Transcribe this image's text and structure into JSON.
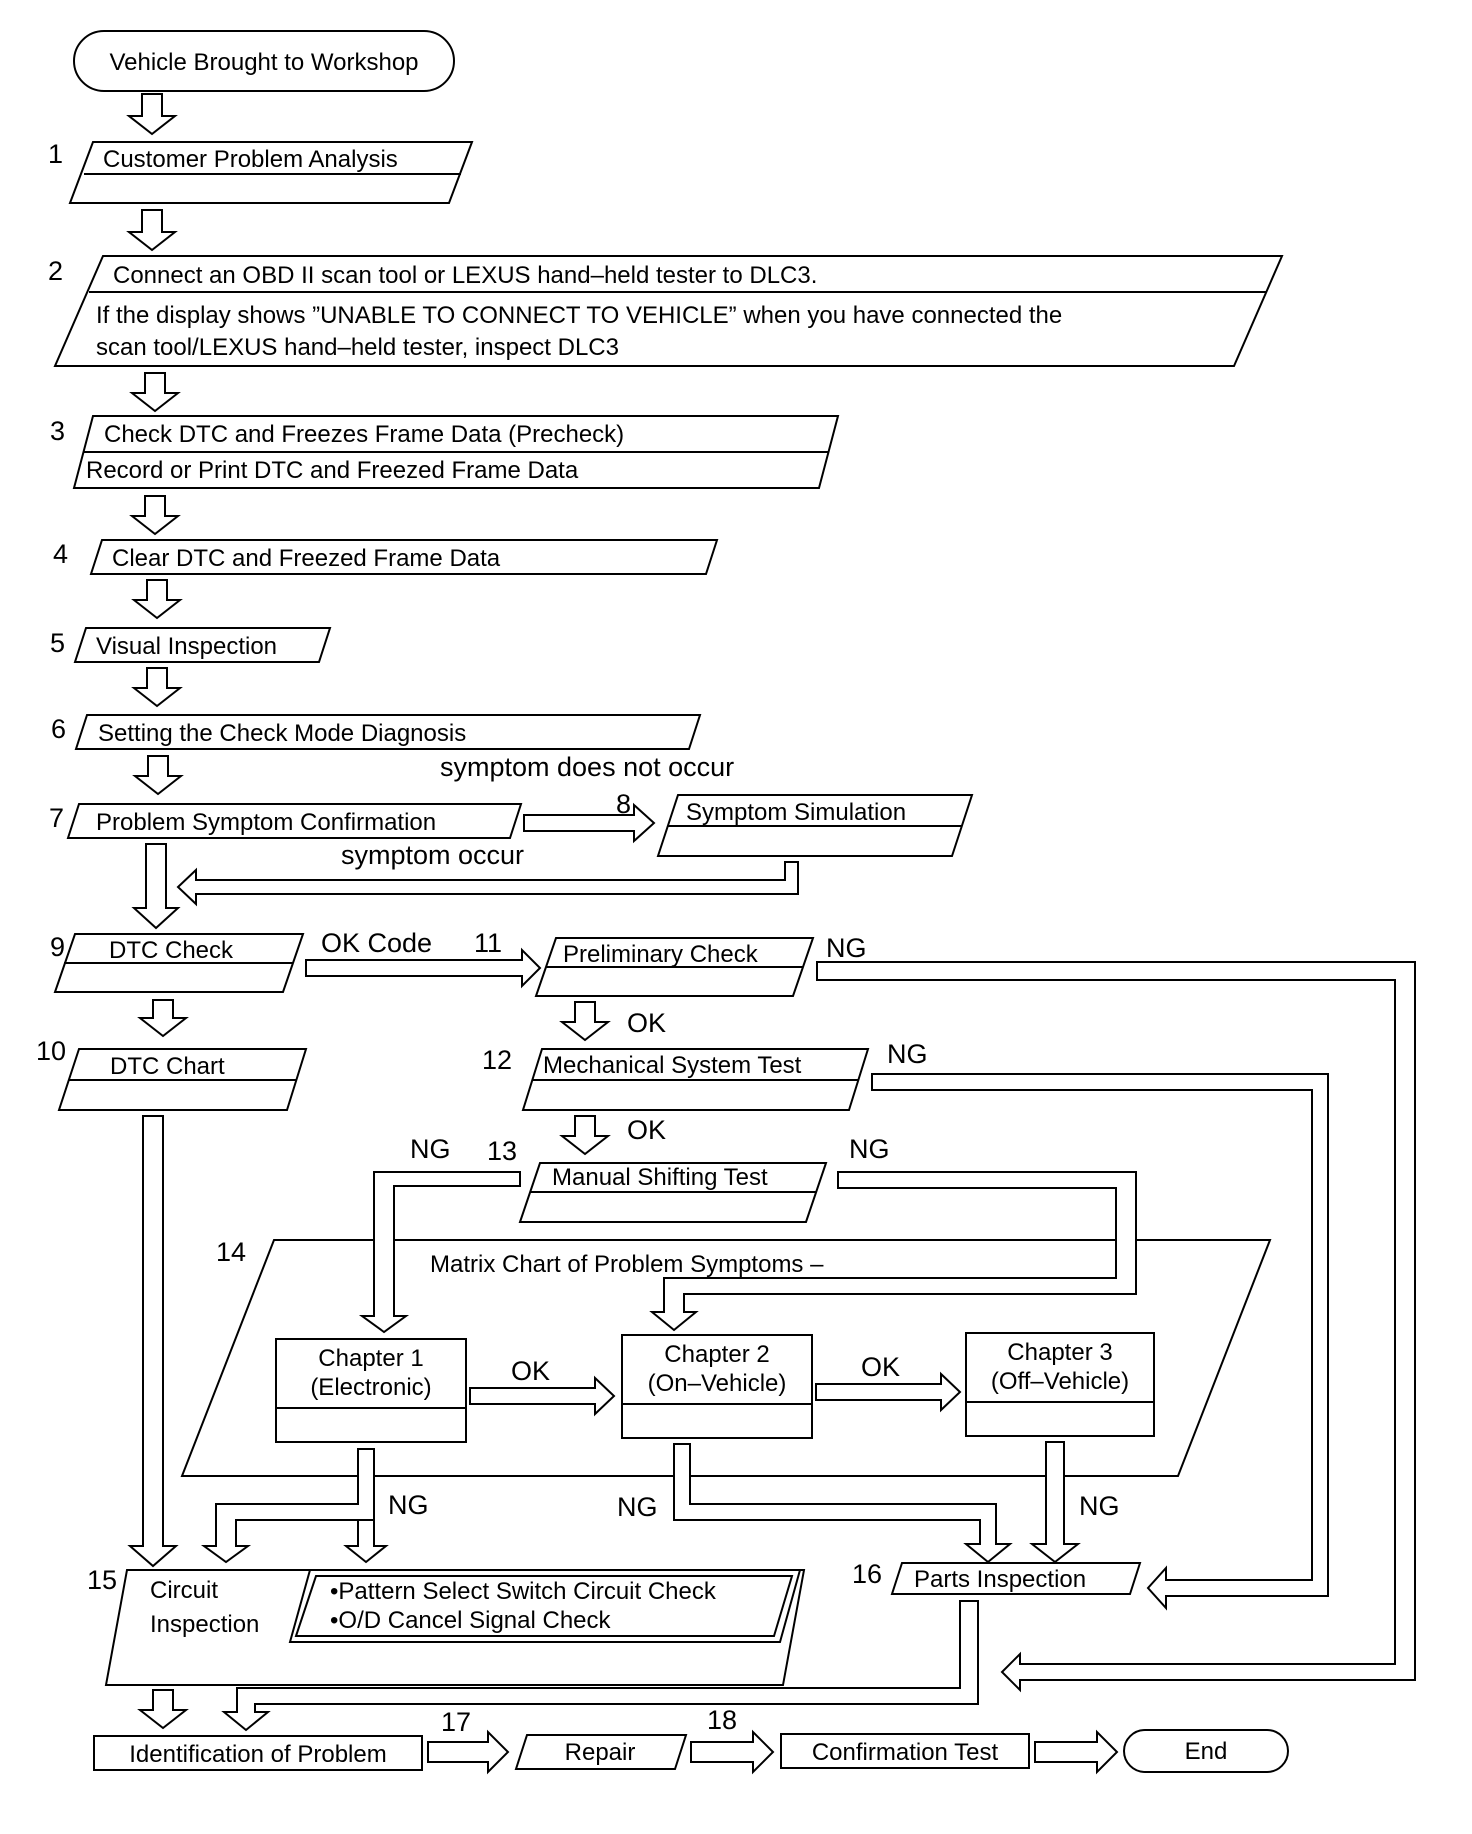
{
  "diagram": {
    "start": "Vehicle Brought to Workshop",
    "steps": [
      {
        "num": "1",
        "line1": "Customer Problem Analysis"
      },
      {
        "num": "2",
        "line1": "Connect an OBD II scan tool or LEXUS hand–held tester to DLC3.",
        "line2": "If the display shows ”UNABLE TO CONNECT TO VEHICLE” when you have connected the",
        "line3": "scan tool/LEXUS hand–held tester, inspect DLC3"
      },
      {
        "num": "3",
        "line1": "Check DTC and Freezes Frame Data (Precheck)",
        "line2": "Record or Print DTC and  Freezed Frame Data"
      },
      {
        "num": "4",
        "line1": "Clear DTC and Freezed Frame Data"
      },
      {
        "num": "5",
        "line1": "Visual Inspection"
      },
      {
        "num": "6",
        "line1": "Setting the Check Mode Diagnosis"
      },
      {
        "num": "7",
        "line1": "Problem Symptom Confirmation"
      },
      {
        "num": "8",
        "line1": "Symptom Simulation"
      },
      {
        "num": "9",
        "line1": "DTC Check"
      },
      {
        "num": "10",
        "line1": "DTC Chart"
      },
      {
        "num": "11",
        "line1": "Preliminary Check"
      },
      {
        "num": "12",
        "line1": "Mechanical System Test"
      },
      {
        "num": "13",
        "line1": "Manual Shifting Test"
      },
      {
        "num": "14",
        "line1": "Matrix Chart of Problem Symptoms –"
      },
      {
        "num": "15",
        "line1": "Circuit",
        "line2": "Inspection"
      },
      {
        "num": "16",
        "line1": "Parts Inspection"
      },
      {
        "num": "17",
        "line1": "Repair"
      },
      {
        "num": "18",
        "line1": "Confirmation Test"
      }
    ],
    "circuit_checks": [
      "•Pattern Select Switch Circuit Check",
      "•O/D Cancel Signal Check"
    ],
    "chapters": [
      {
        "title": "Chapter 1",
        "sub": "(Electronic)"
      },
      {
        "title": "Chapter 2",
        "sub": "(On–Vehicle)"
      },
      {
        "title": "Chapter 3",
        "sub": "(Off–Vehicle)"
      }
    ],
    "identification": "Identification of Problem",
    "end": "End",
    "labels": {
      "symptom_not_occur": "symptom does not occur",
      "symptom_occur": "symptom occur",
      "ok_code": "OK Code",
      "ok": "OK",
      "ng": "NG"
    }
  }
}
